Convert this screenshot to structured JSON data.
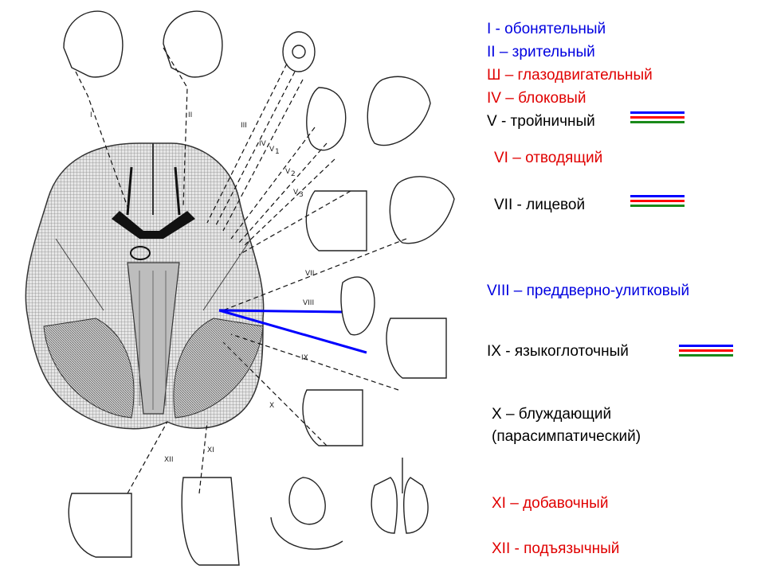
{
  "figure_labels": {
    "n1": "I",
    "n2": "II",
    "n3": "III",
    "n4": "IV",
    "v1": "V",
    "v1sub": "1",
    "v2": "V",
    "v2sub": "2",
    "v3": "V",
    "v3sub": "3",
    "n7": "VII",
    "n8": "VIII",
    "n9": "IX",
    "n10": "X",
    "n11": "XI",
    "n12": "XII"
  },
  "legend": [
    {
      "text": "I -  обонятельный",
      "color": "#0000e0"
    },
    {
      "text": "II – зрительный",
      "color": "#0000e0"
    },
    {
      "text": "Ш – глазодвигательный",
      "color": "#e00000"
    },
    {
      "text": "IV – блоковый",
      "color": "#e00000"
    },
    {
      "text": "V - тройничный",
      "color": "#000000"
    },
    {
      "text": "VI – отводящий",
      "color": "#e00000"
    },
    {
      "text": "VII - лицевой",
      "color": "#000000"
    },
    {
      "text": "VIII – преддверно-улитковый",
      "color": "#0000e0"
    },
    {
      "text": "IX - языкоглоточный",
      "color": "#000000"
    },
    {
      "text": "X – блуждающий",
      "color": "#000000"
    },
    {
      "text": "(парасимпатический)",
      "color": "#000000"
    },
    {
      "text": "XI – добавочный",
      "color": "#e00000"
    },
    {
      "text": "XII - подъязычный",
      "color": "#e00000"
    }
  ],
  "line_colors": {
    "motor": "#ff0000",
    "sensory": "#0000ff",
    "parasympathetic": "#1a8a1a"
  }
}
